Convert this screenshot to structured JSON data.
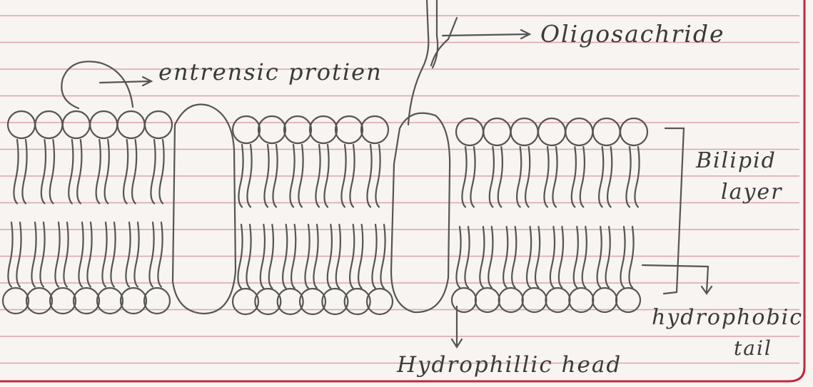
{
  "diagram": {
    "labels": {
      "oligosaccharide": "Oligosachride",
      "extrinsic_protein": "entrensic protien",
      "bilipid_line1": "Bilipid",
      "bilipid_line2": "layer",
      "hydrophobic_line1": "hydrophobic",
      "hydrophobic_line2": "tail",
      "hydrophilic_head": "Hydrophillic head"
    },
    "colors": {
      "paper": "#f7f4f1",
      "ruled_line": "#d9a5ad",
      "margin_line": "#c0283c",
      "pencil": "#555555"
    }
  }
}
